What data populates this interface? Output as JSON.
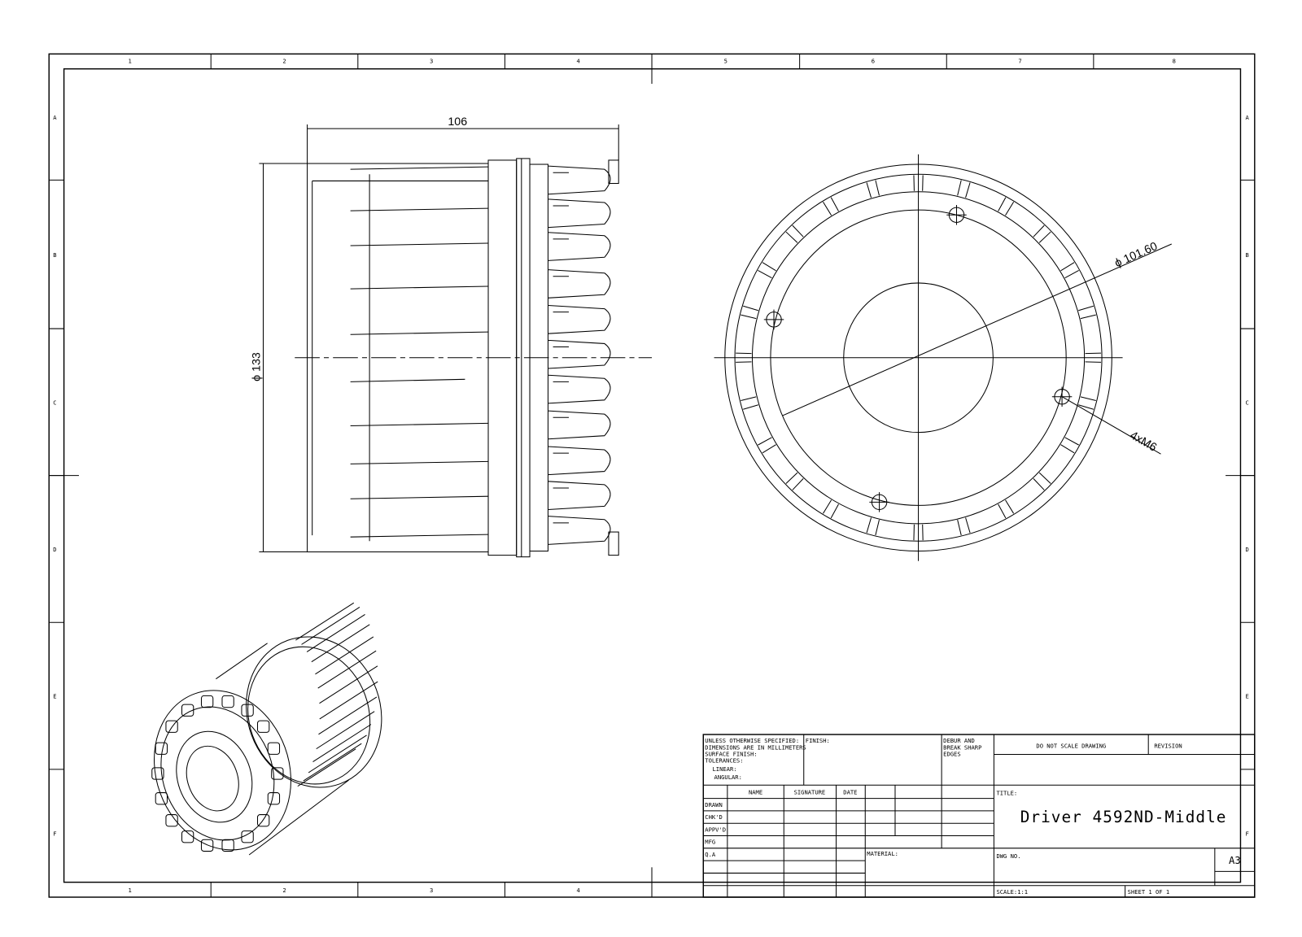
{
  "sheet": {
    "top_columns": [
      "1",
      "2",
      "3",
      "4",
      "5",
      "6",
      "7",
      "8"
    ],
    "bottom_columns": [
      "1",
      "2",
      "3",
      "4"
    ],
    "rows": [
      "A",
      "B",
      "C",
      "D",
      "E",
      "F"
    ]
  },
  "dimensions": {
    "side_length": "106",
    "side_diameter": "ϕ 133",
    "bolt_circle": "ϕ 101.60",
    "holes": "4xM6"
  },
  "title_block": {
    "tolerance_lines": [
      "UNLESS OTHERWISE SPECIFIED:",
      "DIMENSIONS ARE IN MILLIMETERS",
      "SURFACE FINISH:",
      "TOLERANCES:"
    ],
    "linear": "LINEAR:",
    "angular": "ANGULAR:",
    "finish": "FINISH:",
    "deburr": [
      "DEBUR AND",
      "BREAK SHARP",
      "EDGES"
    ],
    "do_not_scale": "DO NOT SCALE DRAWING",
    "revision": "REVISION",
    "col_name": "NAME",
    "col_signature": "SIGNATURE",
    "col_date": "DATE",
    "row_labels": [
      "DRAWN",
      "CHK'D",
      "APPV'D",
      "MFG",
      "Q.A"
    ],
    "material": "MATERIAL:",
    "title_label": "TITLE:",
    "title": "Driver 4592ND-Middle",
    "dwg_no": "DWG NO.",
    "size": "A3",
    "scale": "SCALE:1:1",
    "sheet": "SHEET 1 OF 1"
  }
}
